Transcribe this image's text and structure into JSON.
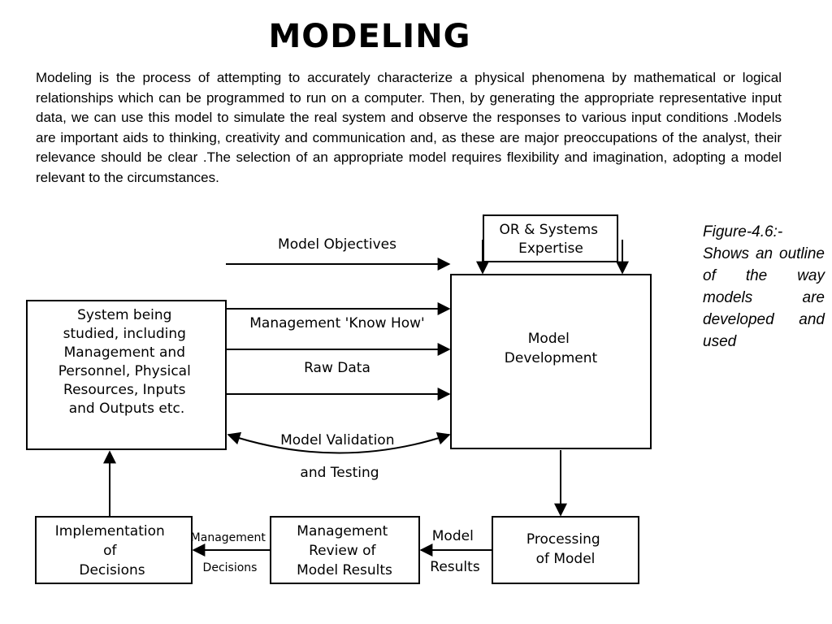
{
  "title": "MODELING",
  "intro": "Modeling is the process of attempting to accurately characterize a physical phenomena by mathematical or logical relationships which can be programmed to run on a computer. Then, by generating the appropriate representative input data, we can use this model to simulate the real system and observe the responses to various input conditions .Models are important aids to thinking, creativity and communication and, as these are major preoccupations of the analyst, their relevance should be clear .The selection of an appropriate model requires flexibility and imagination, adopting a model relevant to the circumstances.",
  "caption": "Figure-4.6:- Shows an outline of the way models are developed and used",
  "diagram": {
    "system_box": [
      "System being",
      "studied, including",
      "Management and",
      "Personnel, Physical",
      "Resources, Inputs",
      "and Outputs etc."
    ],
    "model_dev_box": [
      "Model",
      "Development"
    ],
    "or_systems": [
      "OR & Systems",
      "Expertise"
    ],
    "model_objectives": "Model Objectives",
    "know_how": "Management 'Know How'",
    "raw_data": "Raw Data",
    "validation": [
      "Model Validation",
      "and Testing"
    ],
    "implementation_box": [
      "Implementation",
      "of",
      "Decisions"
    ],
    "mgmt_decisions": [
      "Management",
      "Decisions"
    ],
    "review_box": [
      "Management",
      "Review of",
      "Model Results"
    ],
    "model_results": [
      "Model",
      "Results"
    ],
    "processing_box": [
      "Processing",
      "of Model"
    ]
  }
}
